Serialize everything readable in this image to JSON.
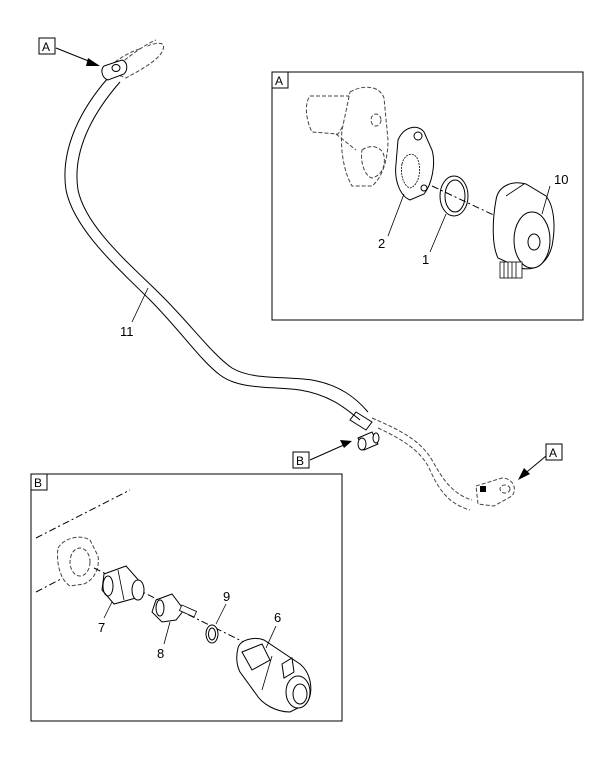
{
  "callouts": {
    "a_top": "A",
    "a_right": "A",
    "b_main": "B",
    "detail_a": "A",
    "detail_b": "B"
  },
  "parts": {
    "p1": "1",
    "p2": "2",
    "p6": "6",
    "p7": "7",
    "p8": "8",
    "p9": "9",
    "p10": "10",
    "p11": "11"
  }
}
